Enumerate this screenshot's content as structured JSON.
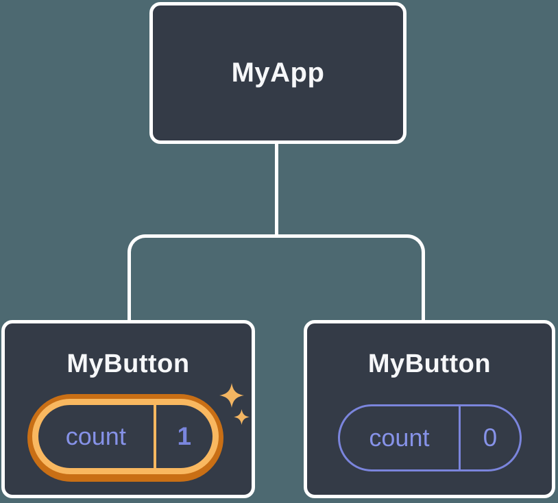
{
  "diagram": {
    "root": {
      "label": "MyApp"
    },
    "children": [
      {
        "label": "MyButton",
        "state_name": "count",
        "state_value": "1",
        "highlighted": true
      },
      {
        "label": "MyButton",
        "state_name": "count",
        "state_value": "0",
        "highlighted": false
      }
    ]
  },
  "colors": {
    "background": "#4d6971",
    "node-bg": "#343b47",
    "connector": "#ffffff",
    "title-text": "#f6f7f9",
    "state-purple": "#7b85dd",
    "state-text": "#8692e8",
    "state-value-text": "#7a86de",
    "highlight-outer": "#c96f15",
    "highlight-inner": "#f9b860",
    "sparkle": "#f3b562"
  }
}
